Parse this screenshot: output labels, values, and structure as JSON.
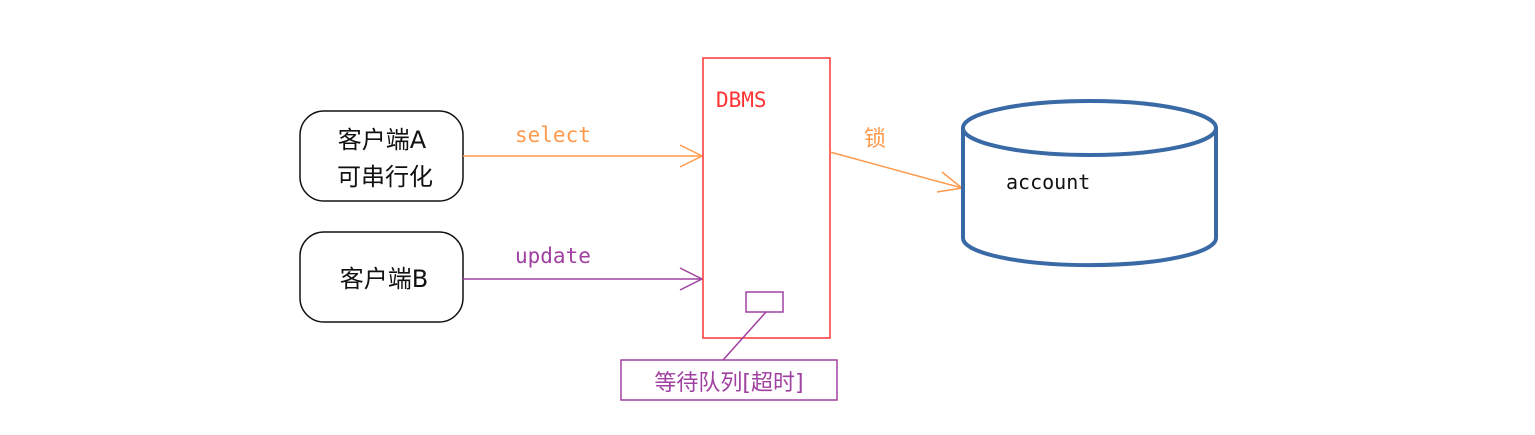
{
  "nodes": {
    "client_a": {
      "line1": "客户端A",
      "line2": "可串行化"
    },
    "client_b": {
      "label": "客户端B"
    },
    "dbms": {
      "label": "DBMS"
    },
    "database": {
      "label": "account"
    },
    "wait_queue": {
      "label": "等待队列[超时]"
    }
  },
  "edges": {
    "select": {
      "label": "select"
    },
    "update": {
      "label": "update"
    },
    "lock": {
      "label": "锁"
    }
  },
  "colors": {
    "dbms_border": "#ff3333",
    "select_edge": "#ff9a4d",
    "update_edge": "#a040a0",
    "db_border": "#3a6aa6",
    "node_border": "#111111"
  }
}
